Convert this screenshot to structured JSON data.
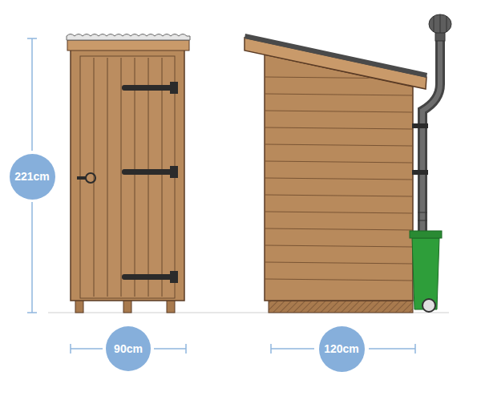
{
  "diagram": {
    "nodes": [
      {
        "text": [
          "221cm"
        ]
      },
      {
        "text": [
          "90cm"
        ]
      },
      {
        "text": [
          "120cm"
        ]
      }
    ]
  }
}
